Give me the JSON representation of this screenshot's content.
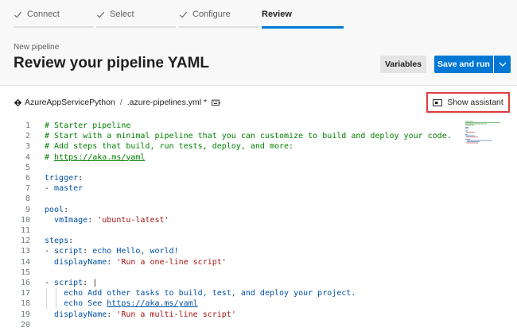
{
  "wizard": {
    "steps": [
      {
        "label": "Connect",
        "done": true
      },
      {
        "label": "Select",
        "done": true
      },
      {
        "label": "Configure",
        "done": true
      },
      {
        "label": "Review",
        "done": false,
        "active": true
      }
    ]
  },
  "header": {
    "subtitle": "New pipeline",
    "title": "Review your pipeline YAML",
    "variables_label": "Variables",
    "save_label": "Save and run"
  },
  "path": {
    "repo": "AzureAppServicePython",
    "separator": "/",
    "file": ".azure-pipelines.yml *"
  },
  "assistant": {
    "label": "Show assistant"
  },
  "editor": {
    "lines": [
      {
        "n": "1",
        "parts": [
          {
            "t": "# Starter pipeline",
            "c": "comment"
          }
        ]
      },
      {
        "n": "2",
        "parts": [
          {
            "t": "# Start with a minimal pipeline that you can customize to build and deploy your code.",
            "c": "comment"
          }
        ]
      },
      {
        "n": "3",
        "parts": [
          {
            "t": "# Add steps that build, run tests, deploy, and more:",
            "c": "comment"
          }
        ]
      },
      {
        "n": "4",
        "parts": [
          {
            "t": "# ",
            "c": "comment"
          },
          {
            "t": "https://aka.ms/yaml",
            "c": "comment link"
          }
        ]
      },
      {
        "n": "5",
        "parts": []
      },
      {
        "n": "6",
        "parts": [
          {
            "t": "trigger",
            "c": "key"
          },
          {
            "t": ":",
            "c": "plain"
          }
        ]
      },
      {
        "n": "7",
        "parts": [
          {
            "t": "- ",
            "c": "plain"
          },
          {
            "t": "master",
            "c": "key"
          }
        ]
      },
      {
        "n": "8",
        "parts": []
      },
      {
        "n": "9",
        "parts": [
          {
            "t": "pool",
            "c": "key"
          },
          {
            "t": ":",
            "c": "plain"
          }
        ]
      },
      {
        "n": "10",
        "parts": [
          {
            "t": "  ",
            "c": "plain"
          },
          {
            "t": "vmImage",
            "c": "key"
          },
          {
            "t": ": ",
            "c": "plain"
          },
          {
            "t": "'ubuntu-latest'",
            "c": "str"
          }
        ]
      },
      {
        "n": "11",
        "parts": []
      },
      {
        "n": "12",
        "parts": [
          {
            "t": "steps",
            "c": "key"
          },
          {
            "t": ":",
            "c": "plain"
          }
        ]
      },
      {
        "n": "13",
        "parts": [
          {
            "t": "- ",
            "c": "plain"
          },
          {
            "t": "script",
            "c": "key"
          },
          {
            "t": ": ",
            "c": "plain"
          },
          {
            "t": "echo Hello, world!",
            "c": "key"
          }
        ]
      },
      {
        "n": "14",
        "parts": [
          {
            "t": "  ",
            "c": "plain"
          },
          {
            "t": "displayName",
            "c": "key"
          },
          {
            "t": ": ",
            "c": "plain"
          },
          {
            "t": "'Run a one-line script'",
            "c": "str"
          }
        ]
      },
      {
        "n": "15",
        "parts": []
      },
      {
        "n": "16",
        "parts": [
          {
            "t": "- ",
            "c": "plain"
          },
          {
            "t": "script",
            "c": "key"
          },
          {
            "t": ": |",
            "c": "plain"
          }
        ]
      },
      {
        "n": "17",
        "parts": [
          {
            "t": "    echo Add other tasks to build, test, and deploy your project.",
            "c": "key"
          }
        ]
      },
      {
        "n": "18",
        "parts": [
          {
            "t": "    echo See ",
            "c": "key"
          },
          {
            "t": "https://aka.ms/yaml",
            "c": "key link"
          }
        ]
      },
      {
        "n": "19",
        "parts": [
          {
            "t": "  ",
            "c": "plain"
          },
          {
            "t": "displayName",
            "c": "key"
          },
          {
            "t": ": ",
            "c": "plain"
          },
          {
            "t": "'Run a multi-line script'",
            "c": "str"
          }
        ]
      },
      {
        "n": "20",
        "parts": []
      }
    ]
  },
  "icons": {
    "step_done": "check-icon",
    "repo": "repo-icon",
    "keyboard": "keyboard-icon",
    "assistant": "assistant-panel-icon",
    "dropdown": "chevron-down-icon"
  },
  "colors": {
    "primary": "#0078d4",
    "highlight_box": "#e03c3c",
    "comment": "#008000",
    "key": "#0451a5",
    "string": "#a31515"
  }
}
